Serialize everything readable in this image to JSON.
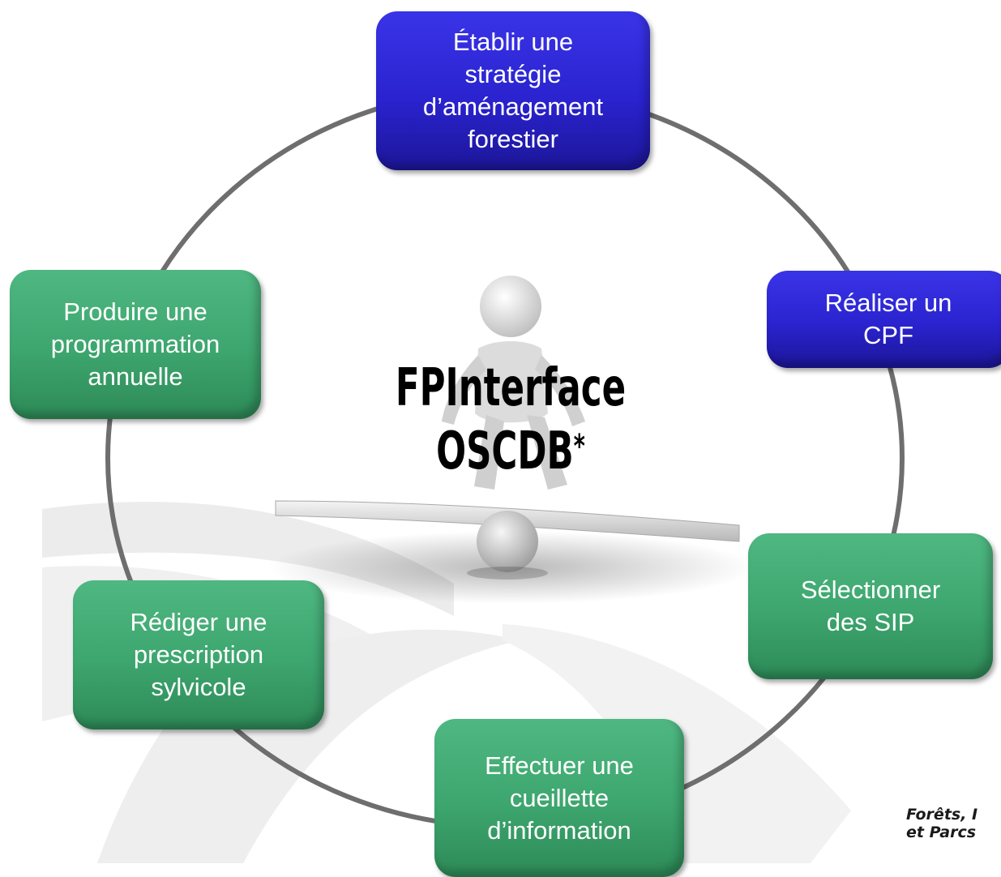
{
  "center": {
    "line1": "FPInterface",
    "line2": "OSCDB",
    "marker": "*"
  },
  "nodes": [
    {
      "id": "n1",
      "label": "Établir une\nstratégie\nd’aménagement\nforestier",
      "color": "blue"
    },
    {
      "id": "n2",
      "label": "Réaliser un\nCPF",
      "color": "blue"
    },
    {
      "id": "n3",
      "label": "Sélectionner\ndes SIP",
      "color": "green"
    },
    {
      "id": "n4",
      "label": "Effectuer une\ncueillette\nd’information",
      "color": "green"
    },
    {
      "id": "n5",
      "label": "Rédiger une\nprescription\nsylvicole",
      "color": "green"
    },
    {
      "id": "n6",
      "label": "Produire une\nprogrammation\nannuelle",
      "color": "green"
    }
  ],
  "logo": {
    "line1": "Forêts, I",
    "line2": "et Parcs"
  },
  "colors": {
    "blue": "#2a23cf",
    "green": "#3da56e",
    "cycle_ring": "#6e6e6e"
  }
}
